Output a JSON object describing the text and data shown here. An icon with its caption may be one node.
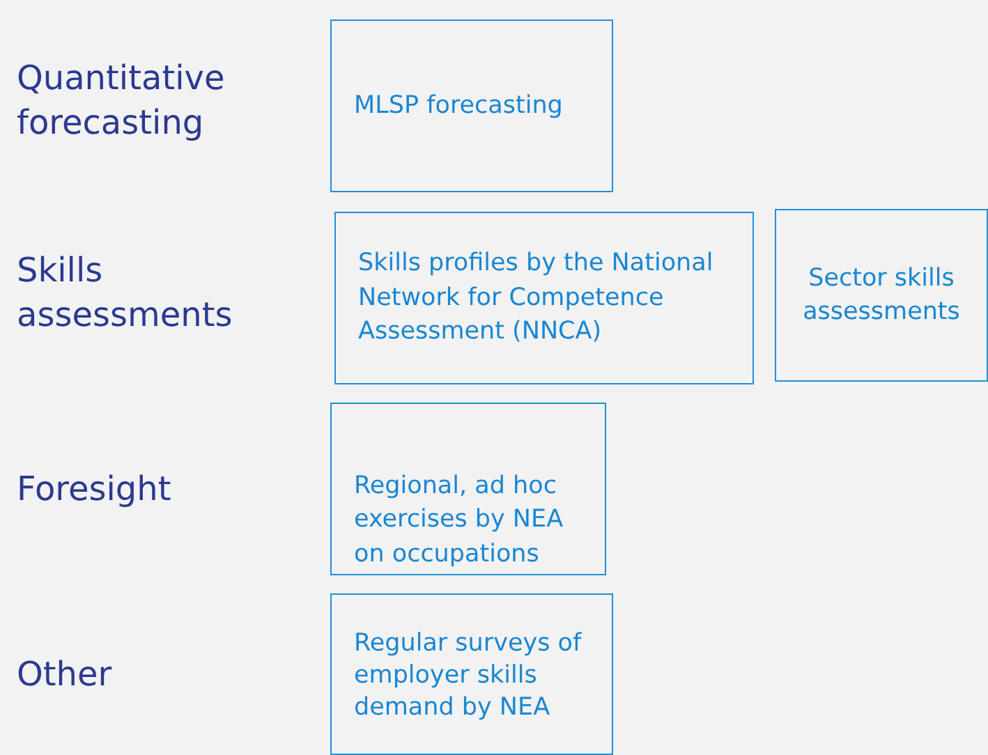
{
  "diagram": {
    "nodes": [
      {
        "text": [
          "MLSP forecasting"
        ]
      },
      {
        "text": [
          "Skills profiles by the National Network for Competence Assessment (NNCA)"
        ]
      },
      {
        "text": [
          "Sector skills assessments"
        ]
      },
      {
        "text": [
          "Regional, ad hoc exercises by NEA on occupations"
        ]
      },
      {
        "text": [
          "Regular surveys of employer skills demand by NEA"
        ]
      }
    ],
    "labels": [
      "Quantitative forecasting",
      "Skills assessments",
      "Foresight",
      "Other"
    ]
  }
}
